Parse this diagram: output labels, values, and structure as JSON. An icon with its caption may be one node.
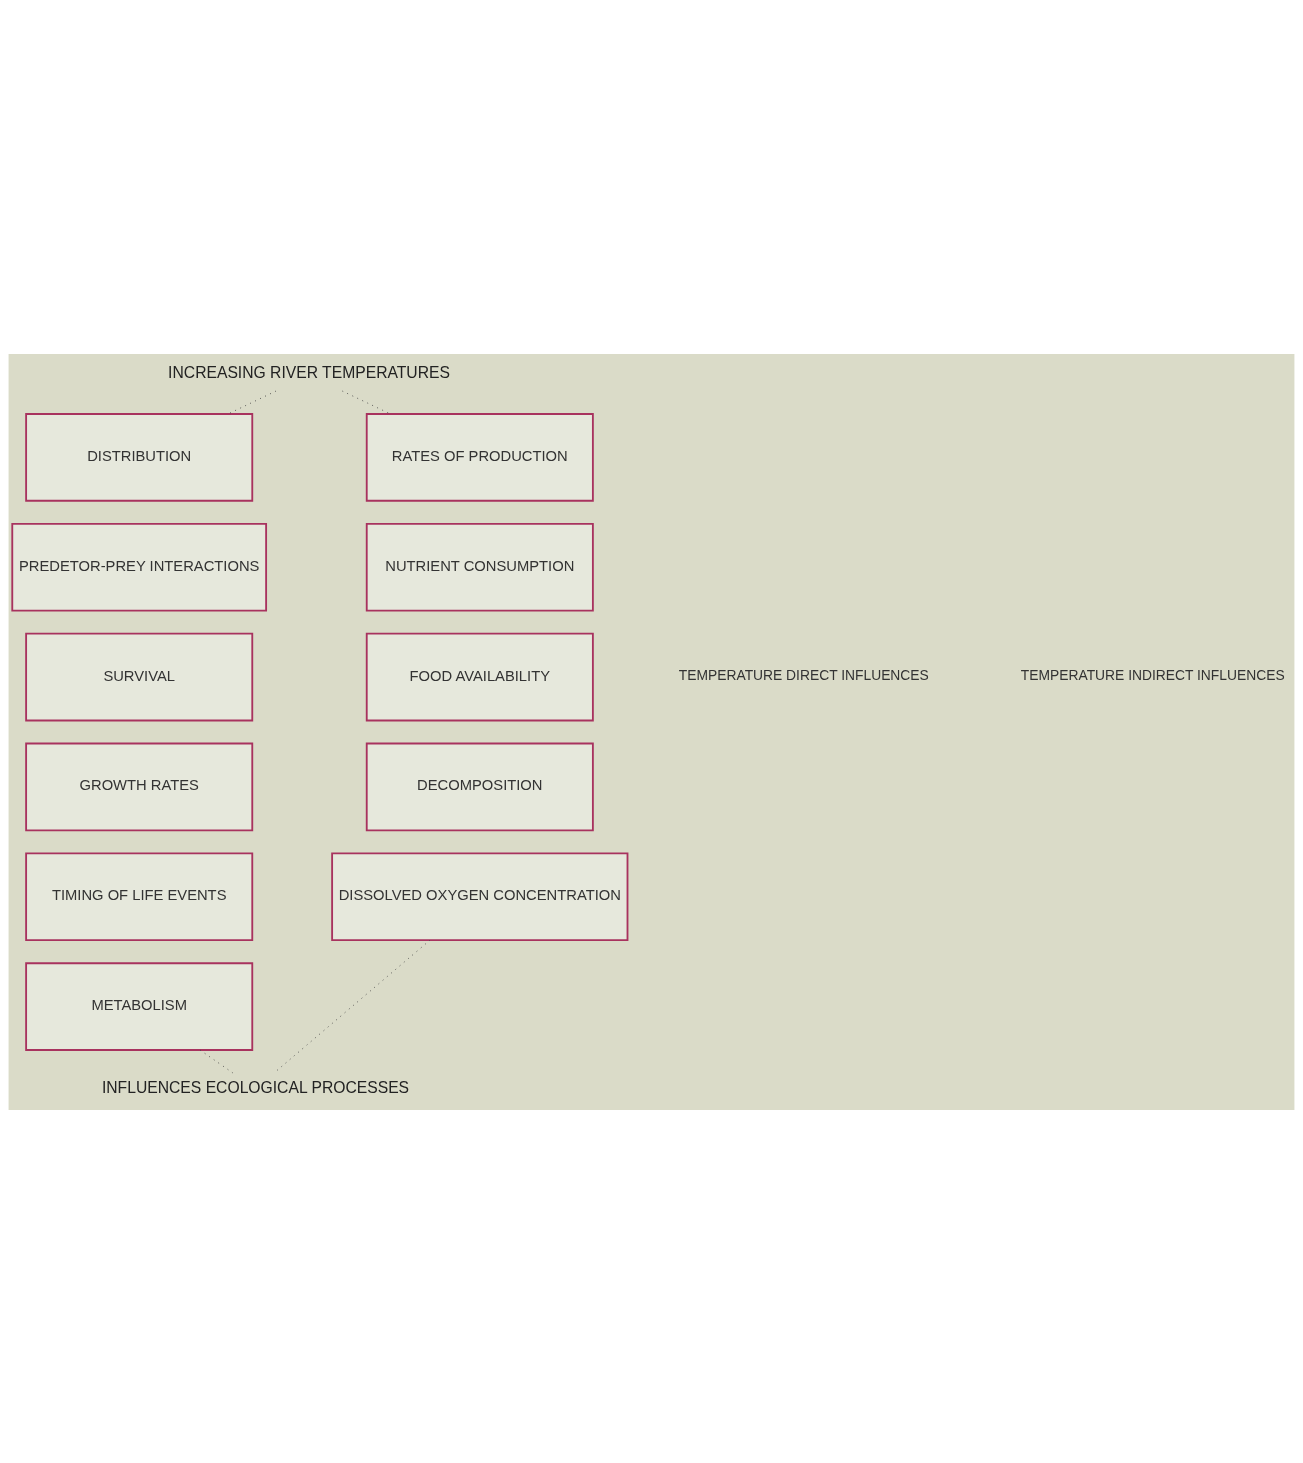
{
  "diagram": {
    "nodes": [
      {
        "text": [
          "INCREASING RIVER TEMPERATURES"
        ]
      },
      {
        "text": [
          "DISTRIBUTION"
        ]
      },
      {
        "text": [
          "PREDETOR-PREY INTERACTIONS"
        ]
      },
      {
        "text": [
          "SURVIVAL"
        ]
      },
      {
        "text": [
          "GROWTH RATES"
        ]
      },
      {
        "text": [
          "TIMING OF LIFE EVENTS"
        ]
      },
      {
        "text": [
          "METABOLISM"
        ]
      },
      {
        "text": [
          "RATES OF PRODUCTION"
        ]
      },
      {
        "text": [
          "NUTRIENT CONSUMPTION"
        ]
      },
      {
        "text": [
          "FOOD AVAILABILITY"
        ]
      },
      {
        "text": [
          "DECOMPOSITION"
        ]
      },
      {
        "text": [
          "DISSOLVED OXYGEN CONCENTRATION"
        ]
      },
      {
        "text": [
          "INFLUENCES ECOLOGICAL PROCESSES"
        ]
      }
    ],
    "edges": [
      {
        "from": 0,
        "to": 1,
        "arrow": "none",
        "style": "dashed"
      },
      {
        "from": 0,
        "to": 7,
        "arrow": "none",
        "style": "dashed"
      },
      {
        "from": 6,
        "to": 12,
        "arrow": "none",
        "style": "dashed"
      },
      {
        "from": 11,
        "to": 12,
        "arrow": "none",
        "style": "dashed"
      }
    ],
    "labels": [
      "TEMPERATURE DIRECT INFLUENCES",
      "TEMPERATURE INDIRECT INFLUENCES"
    ]
  }
}
